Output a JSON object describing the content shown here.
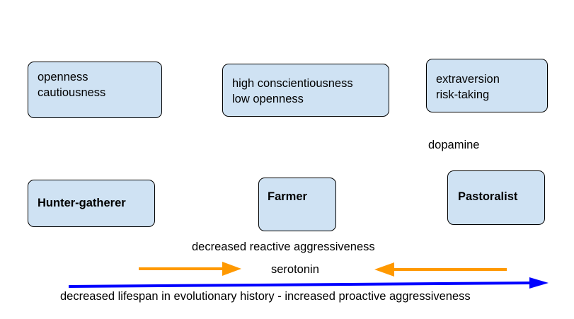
{
  "traits": {
    "hunter": [
      "openness",
      "cautiousness"
    ],
    "farmer": [
      "high conscientiousness",
      "low openness"
    ],
    "pastoralist": [
      "extraversion",
      "risk-taking"
    ]
  },
  "types": {
    "hunter": "Hunter-gatherer",
    "farmer": "Farmer",
    "pastoralist": "Pastoralist"
  },
  "labels": {
    "dopamine": "dopamine",
    "reactive": "decreased reactive aggressiveness",
    "serotonin": "serotonin",
    "lifespan": "decreased lifespan in evolutionary history - increased proactive aggressiveness"
  },
  "colors": {
    "box_fill": "#cfe2f3",
    "orange_arrow": "#ff9900",
    "blue_arrow": "#0000ff"
  }
}
